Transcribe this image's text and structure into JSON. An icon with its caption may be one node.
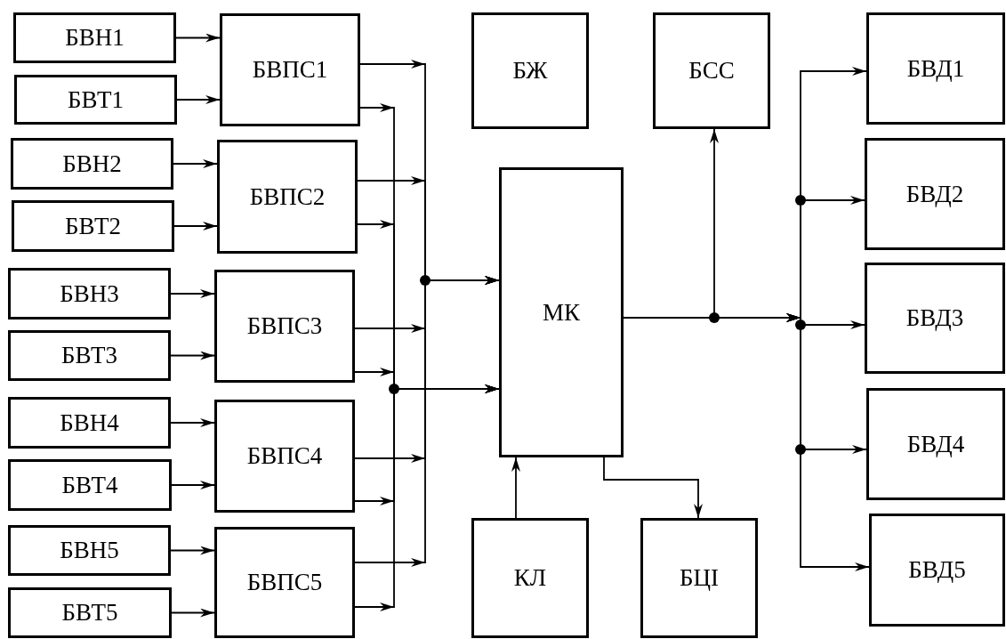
{
  "diagram": {
    "nodes": [
      {
        "text": [
          "БВН1"
        ]
      },
      {
        "text": [
          "БВТ1"
        ]
      },
      {
        "text": [
          "БВН2"
        ]
      },
      {
        "text": [
          "БВТ2"
        ]
      },
      {
        "text": [
          "БВН3"
        ]
      },
      {
        "text": [
          "БВТ3"
        ]
      },
      {
        "text": [
          "БВН4"
        ]
      },
      {
        "text": [
          "БВТ4"
        ]
      },
      {
        "text": [
          "БВН5"
        ]
      },
      {
        "text": [
          "БВТ5"
        ]
      },
      {
        "text": [
          "БВПС1"
        ]
      },
      {
        "text": [
          "БВПС2"
        ]
      },
      {
        "text": [
          "БВПС3"
        ]
      },
      {
        "text": [
          "БВПС4"
        ]
      },
      {
        "text": [
          "БВПС5"
        ]
      },
      {
        "text": [
          "БЖ"
        ]
      },
      {
        "text": [
          "БСС"
        ]
      },
      {
        "text": [
          "МК"
        ]
      },
      {
        "text": [
          "КЛ"
        ]
      },
      {
        "text": [
          "БЦІ"
        ]
      },
      {
        "text": [
          "БВД1"
        ]
      },
      {
        "text": [
          "БВД2"
        ]
      },
      {
        "text": [
          "БВД3"
        ]
      },
      {
        "text": [
          "БВД4"
        ]
      },
      {
        "text": [
          "БВД5"
        ]
      }
    ],
    "edges": [
      {
        "from": 0,
        "to": 10,
        "arrow": "to"
      },
      {
        "from": 1,
        "to": 10,
        "arrow": "to"
      },
      {
        "from": 2,
        "to": 11,
        "arrow": "to"
      },
      {
        "from": 3,
        "to": 11,
        "arrow": "to"
      },
      {
        "from": 4,
        "to": 12,
        "arrow": "to"
      },
      {
        "from": 5,
        "to": 12,
        "arrow": "to"
      },
      {
        "from": 6,
        "to": 13,
        "arrow": "to"
      },
      {
        "from": 7,
        "to": 13,
        "arrow": "to"
      },
      {
        "from": 8,
        "to": 14,
        "arrow": "to"
      },
      {
        "from": 9,
        "to": 14,
        "arrow": "to"
      },
      {
        "from": 10,
        "to": 17,
        "arrow": "to"
      },
      {
        "from": 10,
        "to": 17,
        "arrow": "to"
      },
      {
        "from": 11,
        "to": 17,
        "arrow": "to"
      },
      {
        "from": 11,
        "to": 17,
        "arrow": "to"
      },
      {
        "from": 12,
        "to": 17,
        "arrow": "to"
      },
      {
        "from": 12,
        "to": 17,
        "arrow": "to"
      },
      {
        "from": 13,
        "to": 17,
        "arrow": "to"
      },
      {
        "from": 13,
        "to": 17,
        "arrow": "to"
      },
      {
        "from": 14,
        "to": 17,
        "arrow": "to"
      },
      {
        "from": 14,
        "to": 17,
        "arrow": "to"
      },
      {
        "from": 17,
        "to": 16,
        "arrow": "to"
      },
      {
        "from": 17,
        "to": 20,
        "arrow": "to"
      },
      {
        "from": 17,
        "to": 21,
        "arrow": "to"
      },
      {
        "from": 17,
        "to": 22,
        "arrow": "to"
      },
      {
        "from": 17,
        "to": 23,
        "arrow": "to"
      },
      {
        "from": 17,
        "to": 24,
        "arrow": "to"
      },
      {
        "from": 18,
        "to": 17,
        "arrow": "to"
      },
      {
        "from": 17,
        "to": 19,
        "arrow": "to"
      }
    ]
  }
}
